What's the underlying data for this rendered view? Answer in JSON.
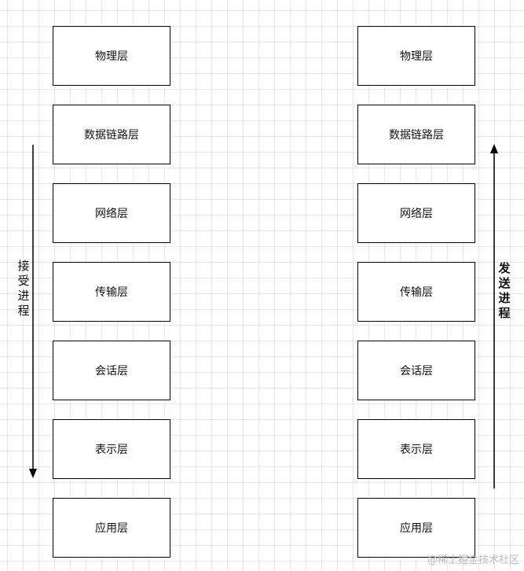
{
  "left_stack": {
    "layers": [
      "物理层",
      "数据链路层",
      "网络层",
      "传输层",
      "会话层",
      "表示层",
      "应用层"
    ],
    "arrow_label": "接受进程",
    "arrow_direction": "down"
  },
  "right_stack": {
    "layers": [
      "物理层",
      "数据链路层",
      "网络层",
      "传输层",
      "会话层",
      "表示层",
      "应用层"
    ],
    "arrow_label": "发送进程",
    "arrow_direction": "up"
  },
  "watermark": "@稀土掘金技术社区",
  "colors": {
    "border": "#000000",
    "grid": "#e6e6e6",
    "background": "#ffffff"
  }
}
